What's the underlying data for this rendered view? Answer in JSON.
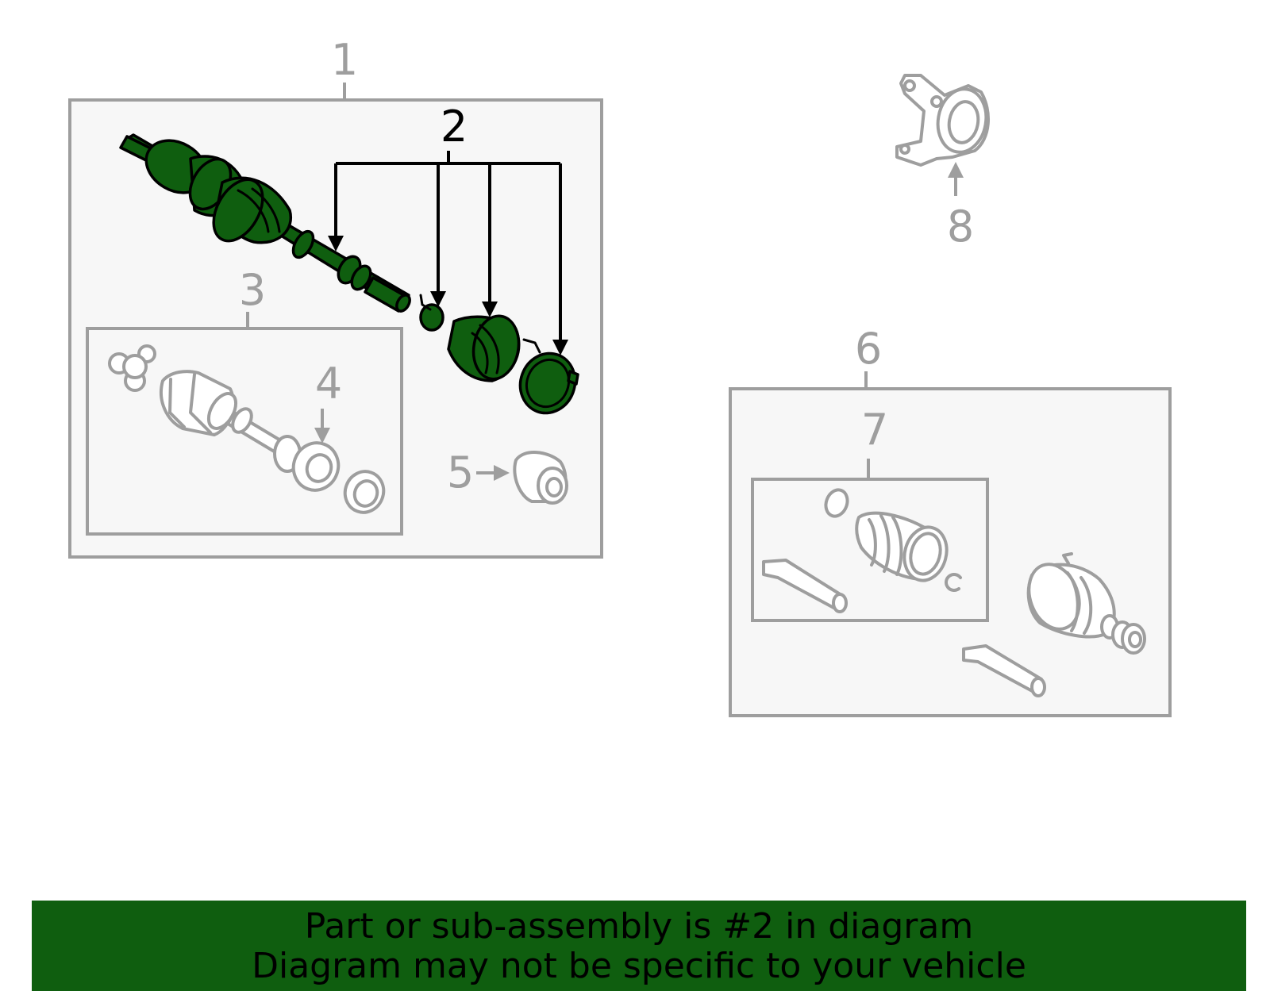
{
  "callouts": {
    "c1": "1",
    "c2": "2",
    "c3": "3",
    "c4": "4",
    "c5": "5",
    "c6": "6",
    "c7": "7",
    "c8": "8"
  },
  "highlighted_part": "2",
  "colors": {
    "highlight": "#0f5e0f",
    "outline_gray": "#9e9e9e",
    "box_fill": "#f7f7f7"
  },
  "banner": {
    "line1": "Part or sub-assembly is #2 in diagram",
    "line2": "Diagram may not be specific to your vehicle"
  }
}
